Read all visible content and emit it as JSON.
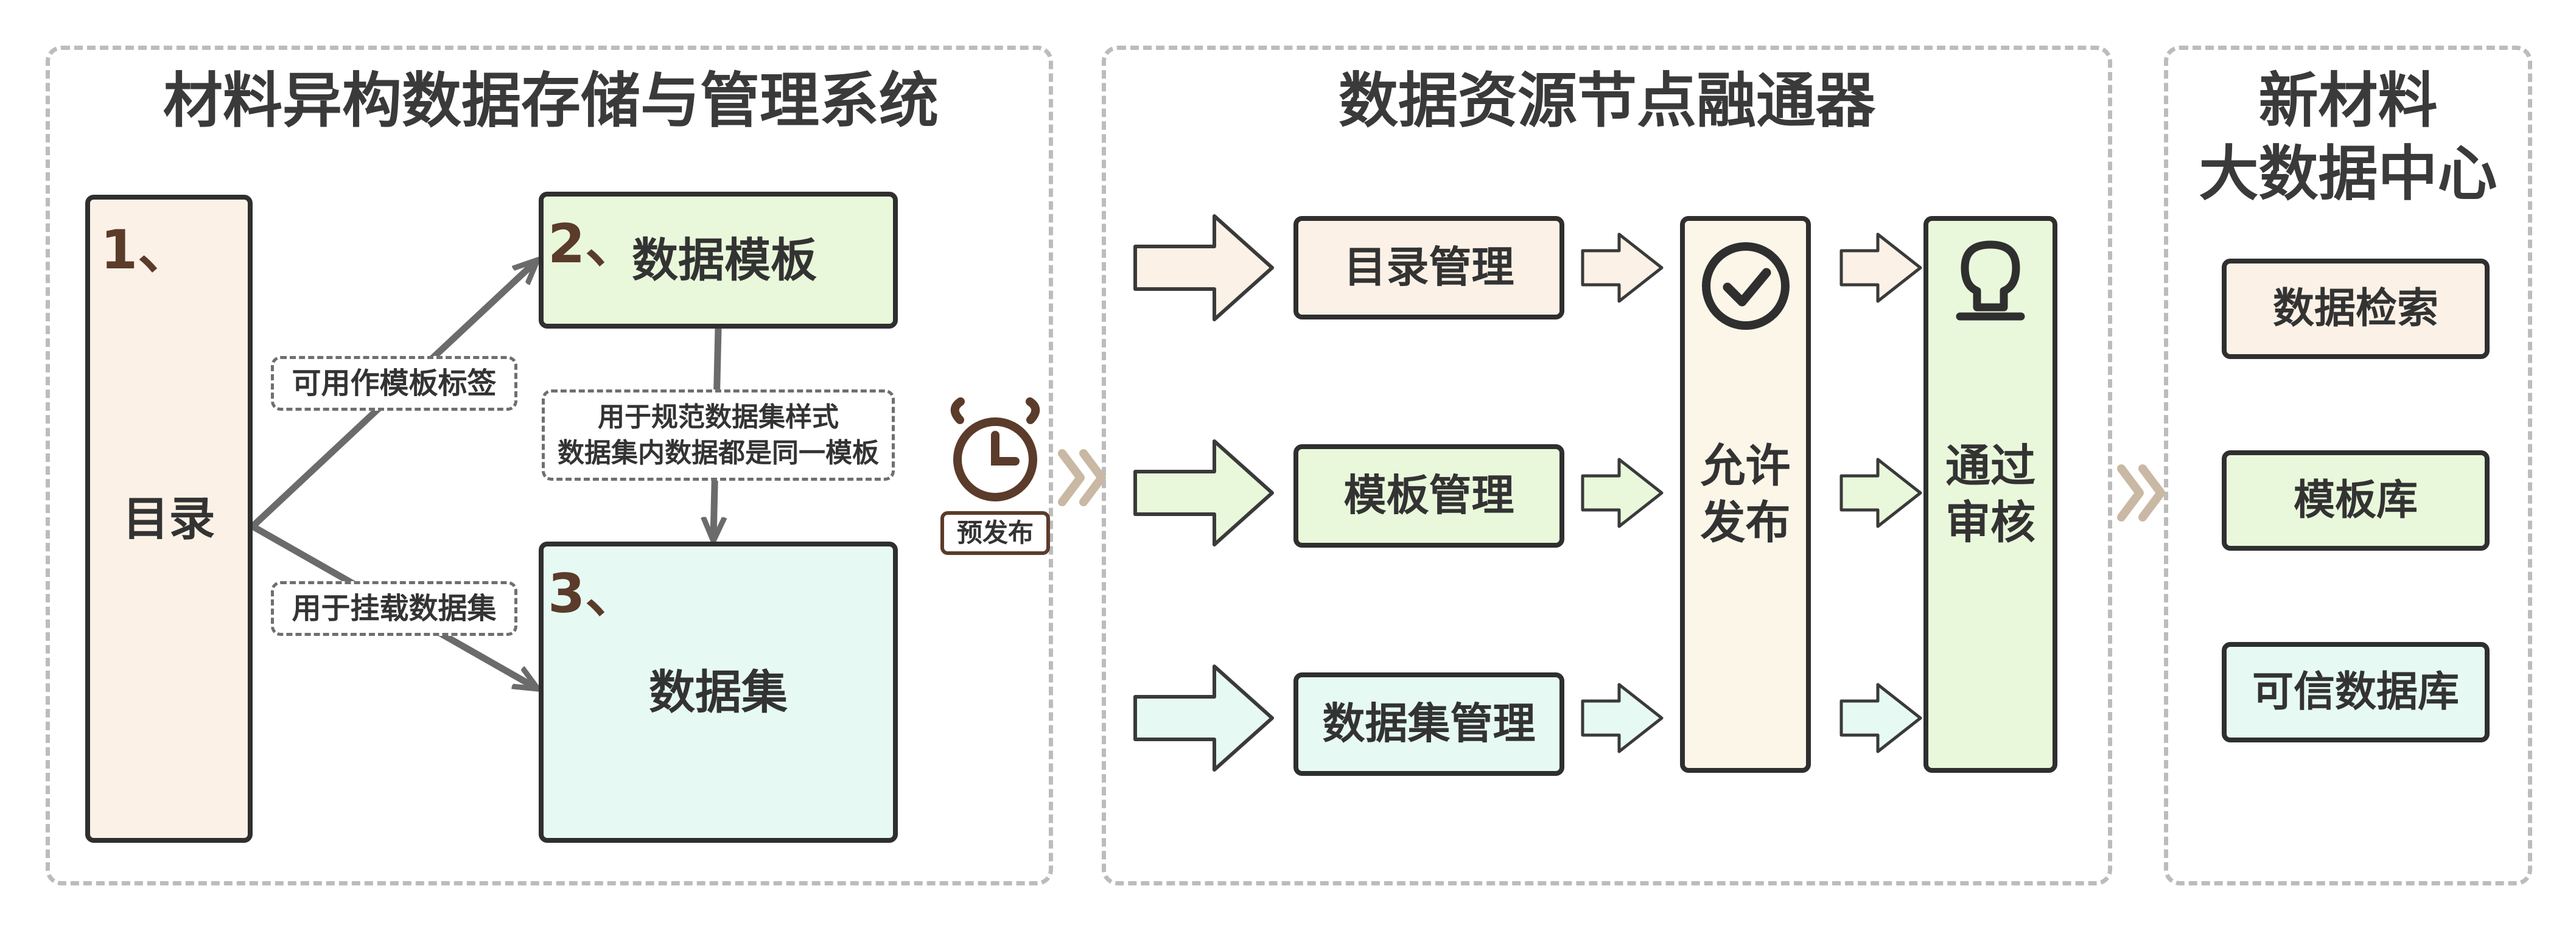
{
  "panel1": {
    "title": "材料异构数据存储与管理系统",
    "catalog": {
      "num": "1、",
      "label": "目录"
    },
    "template": {
      "num": "2、",
      "label": "数据模板"
    },
    "dataset": {
      "num": "3、",
      "label": "数据集"
    },
    "tag_template": "可用作模板标签",
    "tag_dataset": "用于挂载数据集",
    "tag_norm_line1": "用于规范数据集样式",
    "tag_norm_line2": "数据集内数据都是同一模板",
    "prepublish": "预发布"
  },
  "panel2": {
    "title": "数据资源节点融通器",
    "rows": [
      "目录管理",
      "模板管理",
      "数据集管理"
    ],
    "allow_line1": "允许",
    "allow_line2": "发布",
    "review_line1": "通过",
    "review_line2": "审核"
  },
  "panel3": {
    "title_line1": "新材料",
    "title_line2": "大数据中心",
    "items": [
      "数据检索",
      "模板库",
      "可信数据库"
    ]
  },
  "colors": {
    "peach": "#fbf1e6",
    "green": "#e9f8db",
    "mint": "#e6faf3",
    "cream": "#fcf6e8",
    "clock": "#5b3b2a",
    "chevron": "#c9b8a3"
  },
  "icons": [
    "clock-icon",
    "check-circle-icon",
    "stamp-icon",
    "chevron-right-icon"
  ]
}
